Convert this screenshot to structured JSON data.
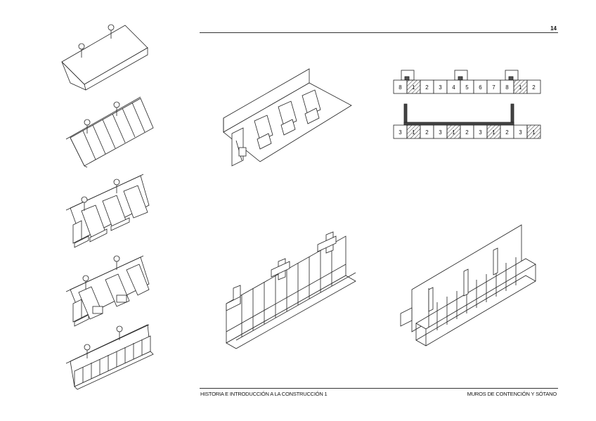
{
  "page": {
    "number": "14"
  },
  "footer": {
    "left": "HISTORIA E INTRODUCCIÓN A LA CONSTRUCCIÓN 1",
    "right": "MUROS DE CONTENCIÓN Y SÓTANO"
  },
  "schedule": {
    "row1": [
      "8",
      "1",
      "2",
      "3",
      "4",
      "5",
      "6",
      "7",
      "8",
      "1",
      "2"
    ],
    "row2": [
      "3",
      "1",
      "2",
      "3",
      "1",
      "2",
      "3",
      "1",
      "2",
      "3",
      "1"
    ],
    "row1_hatched": [
      1,
      9
    ],
    "row2_hatched": [
      1,
      4,
      7,
      10
    ]
  }
}
